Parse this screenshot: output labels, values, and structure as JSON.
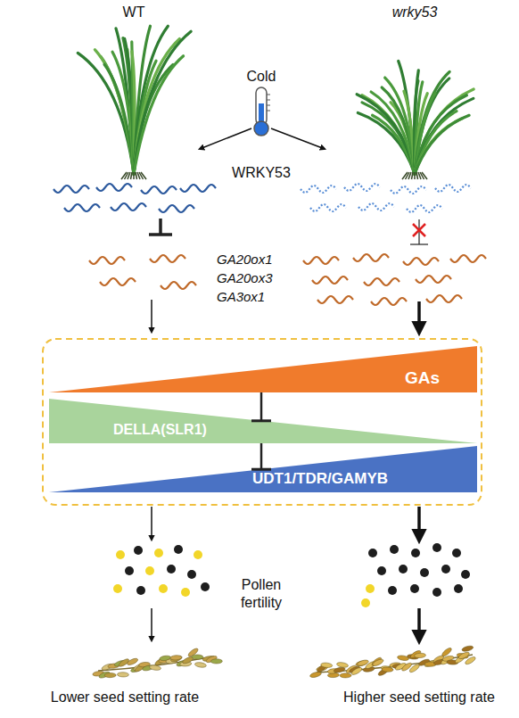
{
  "diagram": {
    "nodes": [
      {
        "text": [
          "GAs"
        ]
      },
      {
        "text": [
          "DELLA(SLR1)"
        ]
      },
      {
        "text": [
          "UDT1/TDR/GAMYB"
        ]
      }
    ],
    "edges": [
      {
        "from": 0,
        "to": 1,
        "arrow": "to"
      },
      {
        "from": 1,
        "to": 2,
        "arrow": "to"
      }
    ],
    "labels": [
      "WT",
      "wrky53",
      "Cold",
      "WRKY53",
      "GA20ox1 GA20ox3 GA3ox1",
      "Pollen fertility",
      "Lower seed setting rate",
      "Higher seed setting rate"
    ]
  }
}
